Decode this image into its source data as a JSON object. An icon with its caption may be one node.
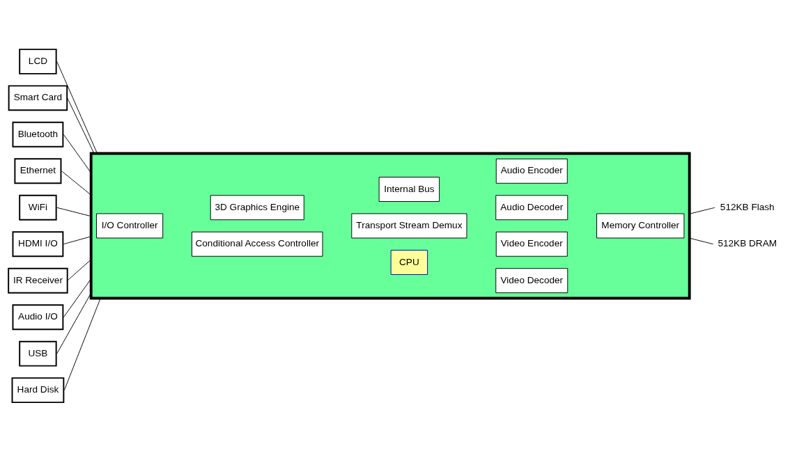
{
  "diagram": {
    "nodes": [
      {
        "text": [
          "LCD"
        ]
      },
      {
        "text": [
          "Smart Card"
        ]
      },
      {
        "text": [
          "Bluetooth"
        ]
      },
      {
        "text": [
          "Ethernet"
        ]
      },
      {
        "text": [
          "WiFi"
        ]
      },
      {
        "text": [
          "HDMI I/O"
        ]
      },
      {
        "text": [
          "IR Receiver"
        ]
      },
      {
        "text": [
          "Audio I/O"
        ]
      },
      {
        "text": [
          "USB"
        ]
      },
      {
        "text": [
          "Hard Disk"
        ]
      },
      {
        "text": [],
        "shape": "box"
      },
      {
        "text": [
          "I/O Controller"
        ],
        "in": 10
      },
      {
        "text": [
          "Conditional Access Controller"
        ],
        "in": 10
      },
      {
        "text": [
          "Transport Stream Demux"
        ],
        "in": 10
      },
      {
        "text": [
          "Video Decoder"
        ],
        "in": 10
      },
      {
        "text": [
          "Video Encoder"
        ],
        "in": 10
      },
      {
        "text": [
          "Memory Controller"
        ],
        "in": 10
      },
      {
        "text": [
          "Internal Bus"
        ],
        "in": 10
      },
      {
        "text": [
          "3D Graphics Engine"
        ],
        "in": 10
      },
      {
        "text": [
          "CPU"
        ],
        "in": 10
      },
      {
        "text": [
          "Audio Decoder"
        ],
        "in": 10
      },
      {
        "text": [
          "Audio Encoder"
        ],
        "in": 10
      },
      {
        "text": [
          "512KB Flash"
        ]
      },
      {
        "text": [
          "512KB DRAM"
        ]
      }
    ],
    "edges": [
      {
        "from": 0,
        "to": 10,
        "arrow": "none"
      },
      {
        "from": 1,
        "to": 10,
        "arrow": "none"
      },
      {
        "from": 2,
        "to": 10,
        "arrow": "none"
      },
      {
        "from": 3,
        "to": 10,
        "arrow": "none"
      },
      {
        "from": 4,
        "to": 10,
        "arrow": "none"
      },
      {
        "from": 5,
        "to": 10,
        "arrow": "none"
      },
      {
        "from": 6,
        "to": 10,
        "arrow": "none"
      },
      {
        "from": 7,
        "to": 10,
        "arrow": "none"
      },
      {
        "from": 8,
        "to": 10,
        "arrow": "none"
      },
      {
        "from": 9,
        "to": 10,
        "arrow": "none"
      },
      {
        "from": 10,
        "to": 22,
        "arrow": "none"
      },
      {
        "from": 10,
        "to": 23,
        "arrow": "none"
      }
    ]
  }
}
